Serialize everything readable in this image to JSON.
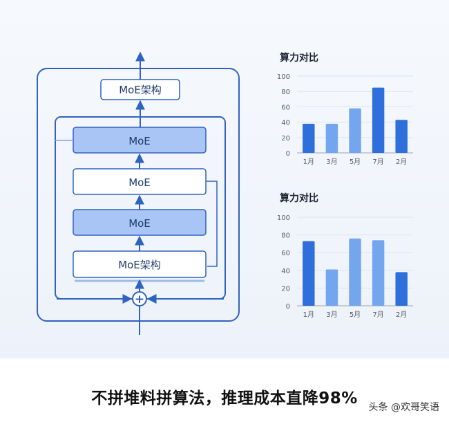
{
  "diagram": {
    "top_block": "MoE架构",
    "stack": [
      {
        "label": "MoE",
        "highlight": true
      },
      {
        "label": "MoE",
        "highlight": false
      },
      {
        "label": "MoE",
        "highlight": true
      },
      {
        "label": "MoE架构",
        "highlight": false
      }
    ],
    "add_node_symbol": "+"
  },
  "colors": {
    "line": "#2f63c0",
    "highlight_fill": "#a9c5f5",
    "bar_dark": "#2f6fdc",
    "bar_light": "#74a6f0"
  },
  "chart_data": [
    {
      "type": "bar",
      "title": "算力对比",
      "categories": [
        "1月",
        "3月",
        "5月",
        "7月",
        "2月"
      ],
      "values": [
        38,
        38,
        58,
        85,
        43
      ],
      "ylim": [
        0,
        100
      ],
      "yticks": [
        0,
        20,
        40,
        60,
        80,
        100
      ],
      "grid": true,
      "bar_colors": [
        "dark",
        "light",
        "light",
        "dark",
        "dark"
      ]
    },
    {
      "type": "bar",
      "title": "算力对比",
      "categories": [
        "1月",
        "3月",
        "5月",
        "7月",
        "2月"
      ],
      "values": [
        73,
        41,
        76,
        74,
        38
      ],
      "ylim": [
        0,
        100
      ],
      "yticks": [
        0,
        20,
        40,
        60,
        80,
        100
      ],
      "grid": true,
      "bar_colors": [
        "dark",
        "light",
        "light",
        "light",
        "dark"
      ]
    }
  ],
  "caption": "不拼堆料拼算法，推理成本直降98%",
  "watermark": "头条 @欢哥笑语"
}
